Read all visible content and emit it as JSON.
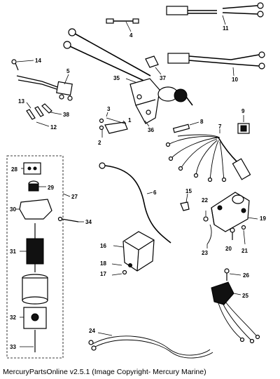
{
  "caption": "MercuryPartsOnline v2.5.1 (Image Copyright- Mercury Marine)",
  "callouts": [
    "1",
    "2",
    "3",
    "4",
    "5",
    "6",
    "7",
    "8",
    "9",
    "10",
    "11",
    "12",
    "13",
    "14",
    "15",
    "16",
    "17",
    "18",
    "19",
    "20",
    "21",
    "22",
    "23",
    "24",
    "25",
    "26",
    "27",
    "28",
    "29",
    "30",
    "31",
    "32",
    "33",
    "34",
    "35",
    "36",
    "37",
    "38"
  ]
}
